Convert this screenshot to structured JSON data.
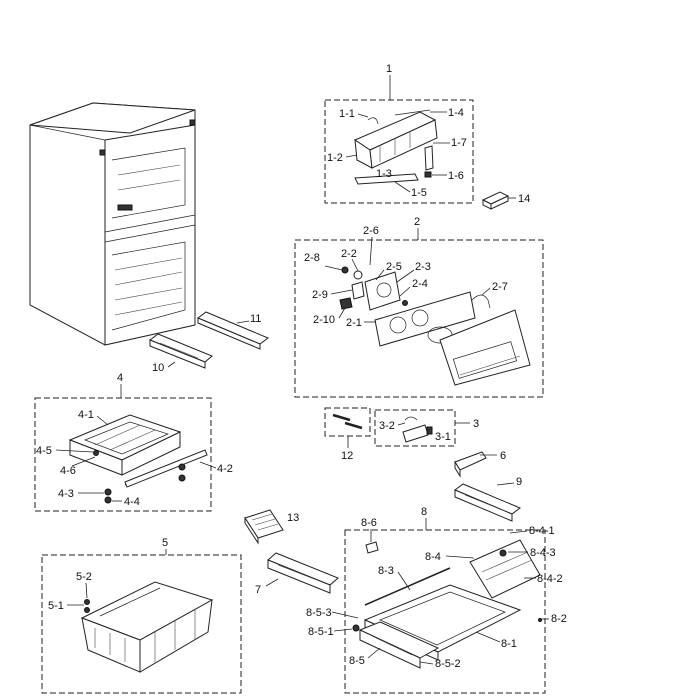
{
  "labels": {
    "l1": "1",
    "l1_1": "1-1",
    "l1_2": "1-2",
    "l1_3": "1-3",
    "l1_4": "1-4",
    "l1_5": "1-5",
    "l1_6": "1-6",
    "l1_7": "1-7",
    "l14": "14",
    "l2": "2",
    "l2_1": "2-1",
    "l2_2": "2-2",
    "l2_3": "2-3",
    "l2_4": "2-4",
    "l2_5": "2-5",
    "l2_6": "2-6",
    "l2_7": "2-7",
    "l2_8": "2-8",
    "l2_9": "2-9",
    "l2_10": "2-10",
    "l10": "10",
    "l11": "11",
    "l4": "4",
    "l4_1": "4-1",
    "l4_2": "4-2",
    "l4_3": "4-3",
    "l4_4": "4-4",
    "l4_5": "4-5",
    "l4_6": "4-6",
    "l12": "12",
    "l3": "3",
    "l3_1": "3-1",
    "l3_2": "3-2",
    "l6": "6",
    "l9": "9",
    "l13": "13",
    "l7": "7",
    "l5": "5",
    "l5_1": "5-1",
    "l5_2": "5-2",
    "l8": "8",
    "l8_1": "8-1",
    "l8_2": "8-2",
    "l8_3": "8-3",
    "l8_4": "8-4",
    "l8_4_1": "8-4-1",
    "l8_4_2": "8-4-2",
    "l8_4_3": "8-4-3",
    "l8_5": "8-5",
    "l8_5_1": "8-5-1",
    "l8_5_2": "8-5-2",
    "l8_5_3": "8-5-3",
    "l8_6": "8-6"
  }
}
